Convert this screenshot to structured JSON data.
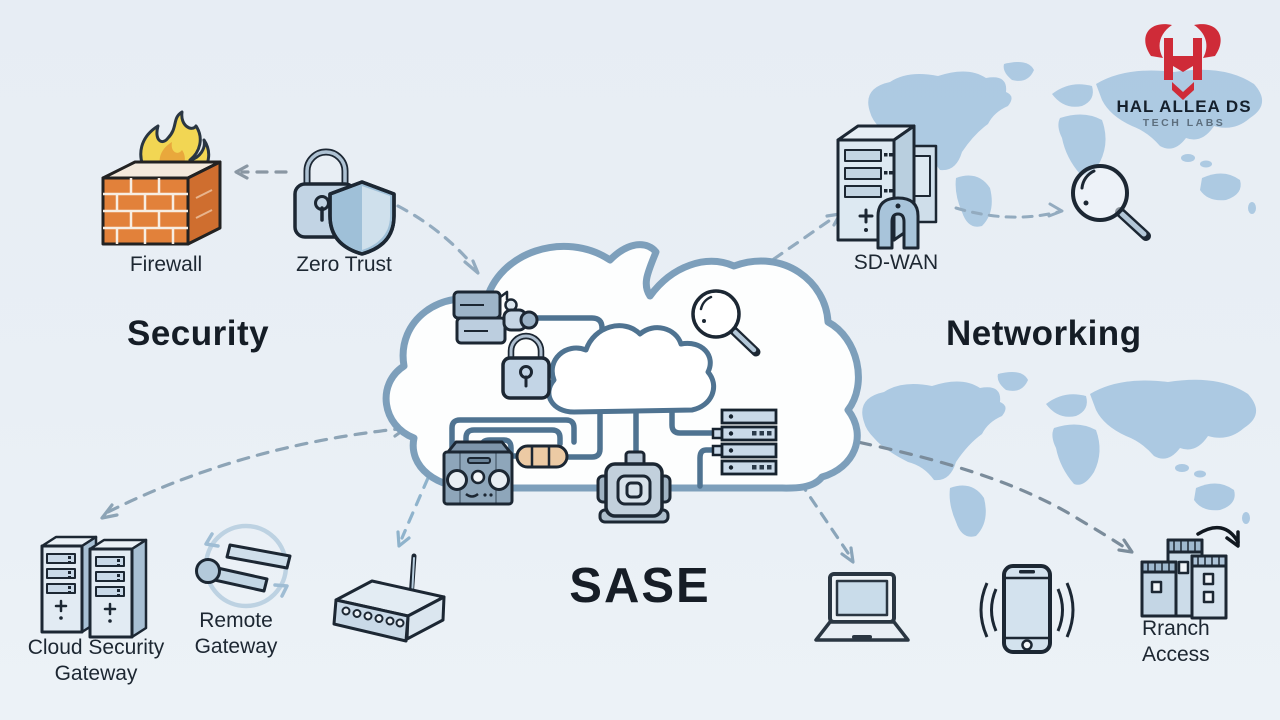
{
  "logo": {
    "brand": "HAL ALLEA DS",
    "subtitle": "TECH LABS",
    "brand_color": "#cf2b38"
  },
  "headings": {
    "left_section": "Security",
    "right_section": "Networking",
    "center": "SASE"
  },
  "labels": {
    "firewall": "Firewall",
    "zero_trust": "Zero Trust",
    "sd_wan": "SD-WAN",
    "cloud_security_gateway_line1": "Cloud Security",
    "cloud_security_gateway_line2": "Gateway",
    "remote_gateway_line1": "Remote",
    "remote_gateway_line2": "Gateway",
    "branch_access_line1": "Rranch",
    "branch_access_line2": "Access"
  },
  "icons": [
    "bull-logo-icon",
    "firewall-brick-icon",
    "flame-icon",
    "padlock-icon",
    "shield-icon",
    "sase-cloud-icon",
    "mini-cloud-icon",
    "magnifier-icon",
    "server-rack-icon",
    "network-appliance-icon",
    "resistor-icon",
    "power-adapter-icon",
    "mini-devices-icon",
    "sd-wan-server-icon",
    "world-map",
    "server-towers-icon",
    "remote-gateway-icon",
    "wifi-router-icon",
    "laptop-icon",
    "smartphone-icon",
    "branch-buildings-icon"
  ],
  "colors": {
    "background": "#e8eef5",
    "cloud_stroke": "#7d9fbb",
    "wire": "#4f7391",
    "map_fill": "#a9c7e1",
    "dashed_connector": "#93abbf",
    "icon_fill_light": "#c9d9e8",
    "icon_outline": "#1c2733",
    "brick_orange": "#e2813a",
    "flame_yellow": "#f2d653",
    "text": "#1b2430",
    "logo_red": "#cf2b38"
  }
}
